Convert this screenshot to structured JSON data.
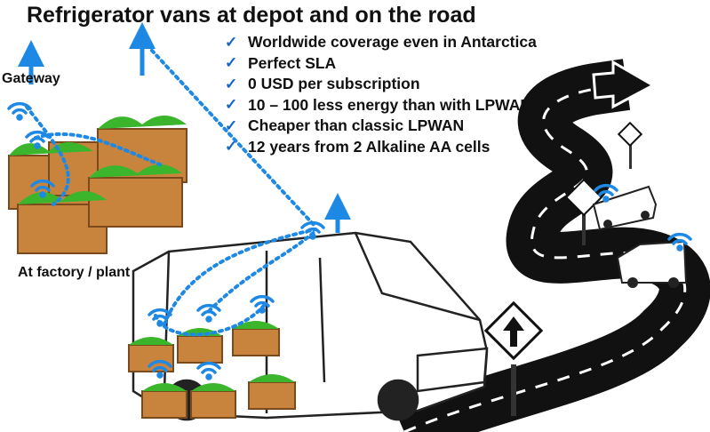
{
  "title": "Refrigerator vans at depot and on the road",
  "bullets": [
    "Worldwide coverage even in Antarctica",
    "Perfect SLA",
    "0 USD per subscription",
    "10 – 100 less energy than with LPWAN",
    "Cheaper than classic LPWAN",
    "12 years from 2 Alkaline AA cells"
  ],
  "labels": {
    "gateway": "Gateway",
    "factory": "At factory / plant"
  },
  "colors": {
    "link": "#1e88e5",
    "crate": "#c8843d",
    "greens": "#3bb52c",
    "road": "#111111"
  }
}
